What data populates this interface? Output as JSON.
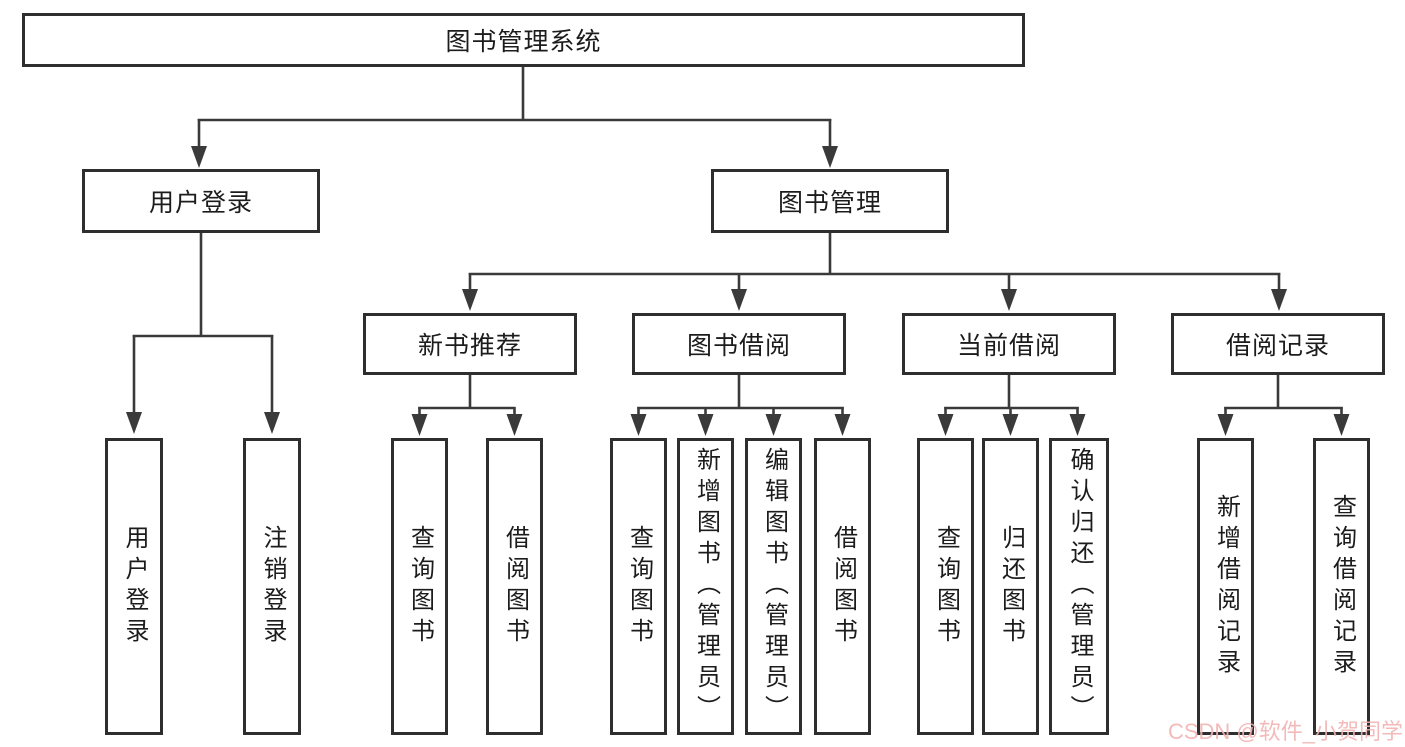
{
  "colors": {
    "border": "#2e2e2e",
    "line": "#3a3a3a",
    "text": "#1c1c1c",
    "background": "#ffffff",
    "watermark": "#f2b3b3"
  },
  "watermark": {
    "text": "CSDN @软件_小贺同学"
  },
  "tree": {
    "root": {
      "label": "图书管理系统"
    },
    "level1": [
      {
        "label": "用户登录"
      },
      {
        "label": "图书管理"
      }
    ],
    "level2": [
      {
        "label": "新书推荐"
      },
      {
        "label": "图书借阅"
      },
      {
        "label": "当前借阅"
      },
      {
        "label": "借阅记录"
      }
    ],
    "leaves": {
      "user_login": [
        "用户登录",
        "注销登录"
      ],
      "new_books": [
        "查询图书",
        "借阅图书"
      ],
      "book_borrow": [
        "查询图书",
        "新增图书（管理员）",
        "编辑图书（管理员）",
        "借阅图书"
      ],
      "current_borrow": [
        "查询图书",
        "归还图书",
        "确认归还（管理员）"
      ],
      "borrow_records": [
        "新增借阅记录",
        "查询借阅记录"
      ]
    }
  }
}
